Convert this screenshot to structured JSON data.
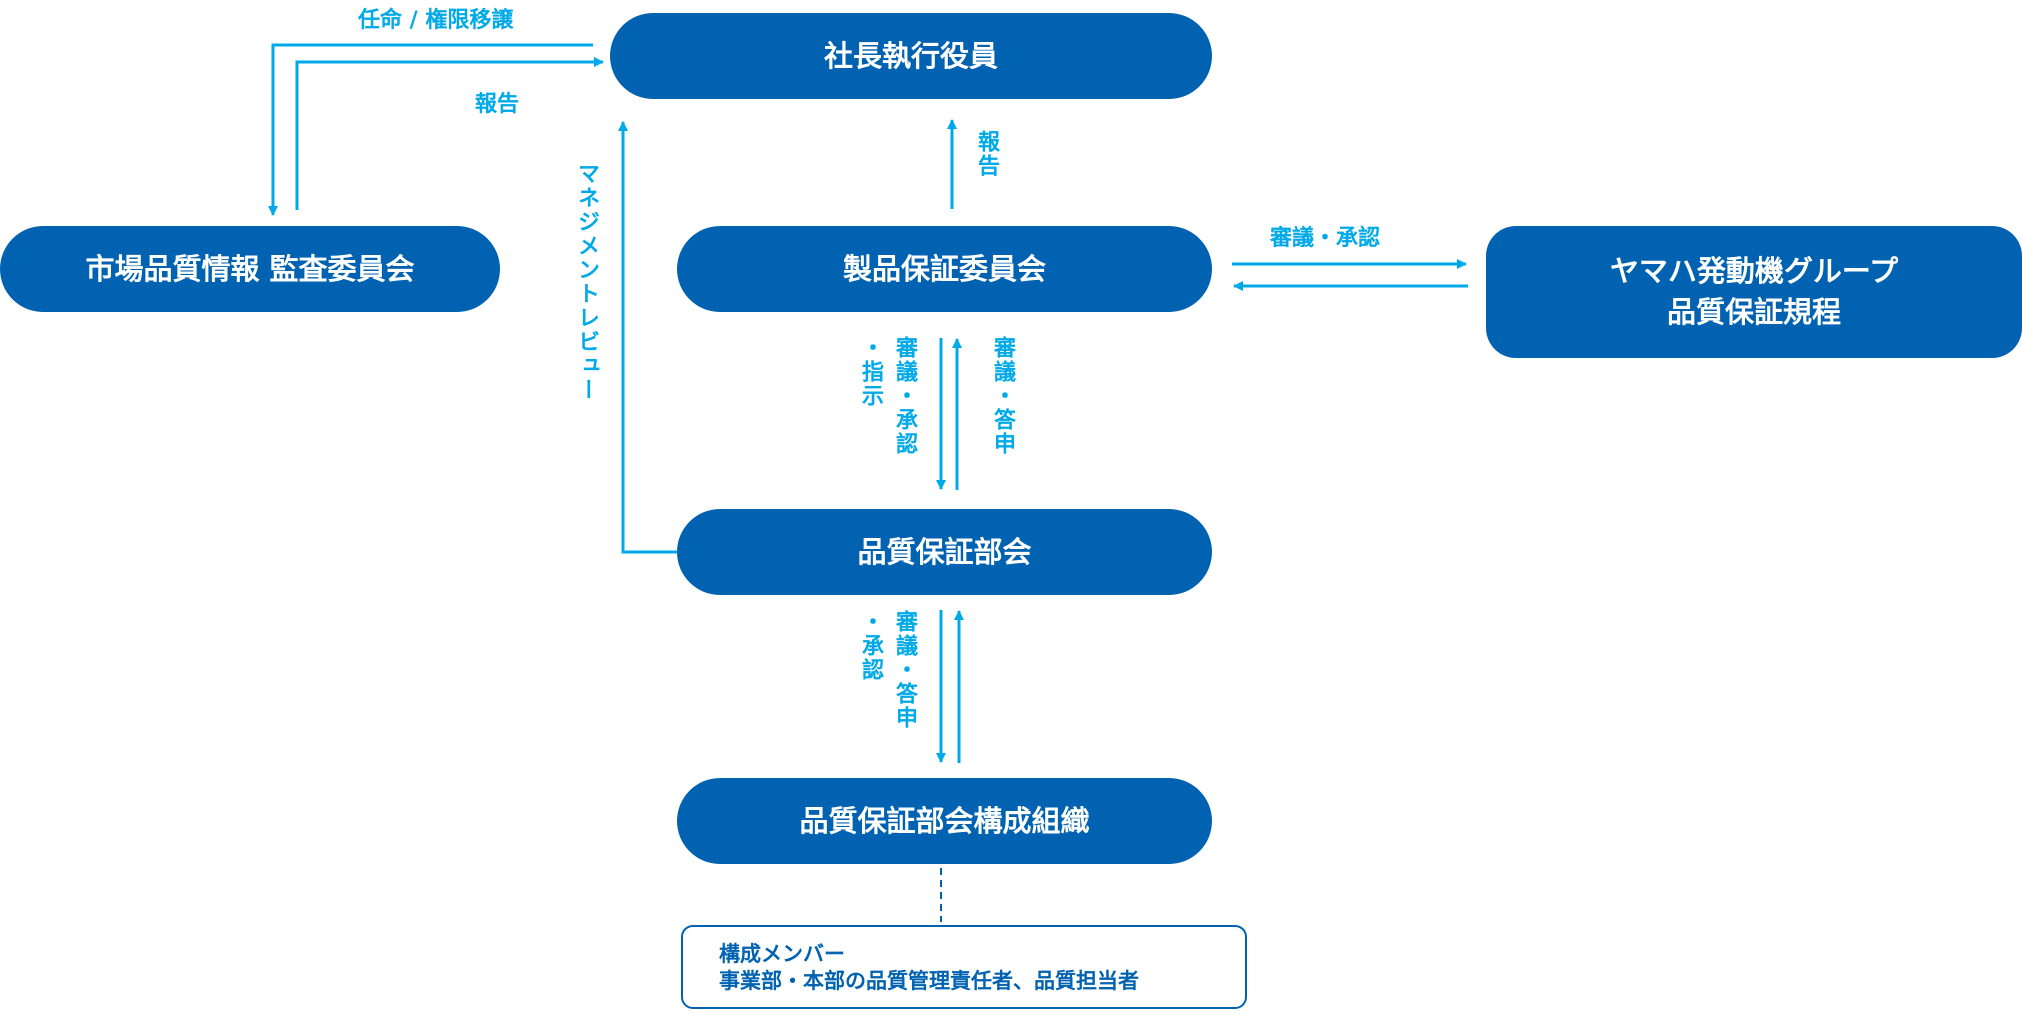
{
  "nodes": {
    "president": "社長執行役員",
    "market_audit": "市場品質情報 監査委員会",
    "product_committee": "製品保証委員会",
    "group_rules_line1": "ヤマハ発動機グループ",
    "group_rules_line2": "品質保証規程",
    "qa_council": "品質保証部会",
    "qa_org": "品質保証部会構成組織"
  },
  "members": {
    "title": "構成メンバー",
    "text": "事業部・本部の品質管理責任者、品質担当者"
  },
  "labels": {
    "appoint": "任命 / 権限移譲",
    "report_left": "報告",
    "management_review": "マネジメントレビュー",
    "report_center": "報告",
    "deliberate_approve_h": "審議・承認",
    "pc_down_1": "審議・承認",
    "pc_down_2": "・指示",
    "pc_up": "審議・答申",
    "qa_up": "審議・答申",
    "qa_down": "・承認"
  },
  "colors": {
    "box": "#0062b0",
    "arrow": "#00a9e8"
  }
}
